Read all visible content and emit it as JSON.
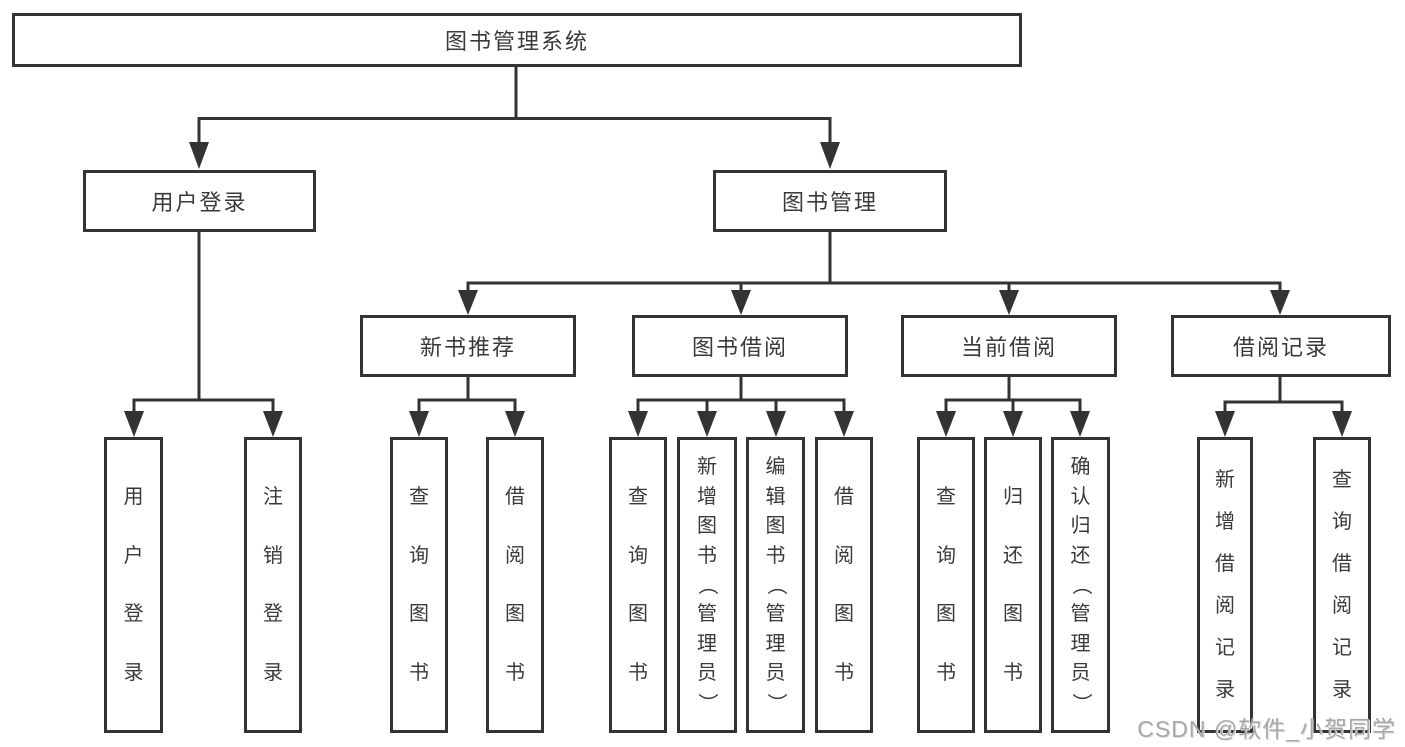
{
  "diagram": {
    "root": {
      "label": "图书管理系统"
    },
    "branches": [
      {
        "label": "用户登录",
        "children": [
          {
            "label": "用户登录"
          },
          {
            "label": "注销登录"
          }
        ]
      },
      {
        "label": "图书管理",
        "groups": [
          {
            "label": "新书推荐",
            "children": [
              {
                "label": "查询图书"
              },
              {
                "label": "借阅图书"
              }
            ]
          },
          {
            "label": "图书借阅",
            "children": [
              {
                "label": "查询图书"
              },
              {
                "label": "新增图书（管理员）"
              },
              {
                "label": "编辑图书（管理员）"
              },
              {
                "label": "借阅图书"
              }
            ]
          },
          {
            "label": "当前借阅",
            "children": [
              {
                "label": "查询图书"
              },
              {
                "label": "归还图书"
              },
              {
                "label": "确认归还（管理员）"
              }
            ]
          },
          {
            "label": "借阅记录",
            "children": [
              {
                "label": "新增借阅记录"
              },
              {
                "label": "查询借阅记录"
              }
            ]
          }
        ]
      }
    ]
  },
  "watermark": {
    "text": "CSDN @软件_小贺同学"
  },
  "colors": {
    "line": "#333333",
    "box_border": "#333333",
    "text": "#3a3a3a",
    "box_background": "#ffffff",
    "page_background": "#ffffff",
    "watermark": "#a8a8a8"
  }
}
